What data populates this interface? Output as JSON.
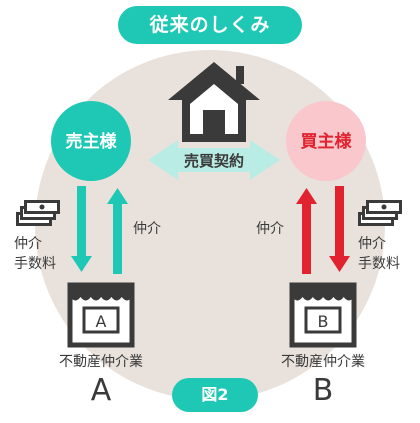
{
  "title": "従来のしくみ",
  "seller": "売主様",
  "buyer": "買主様",
  "contract": "売買契約",
  "commission": "仲介",
  "fee": {
    "line1": "仲介",
    "line2": "手数料"
  },
  "agent_a": {
    "sign": "A",
    "label": "不動産仲介業",
    "letter": "A"
  },
  "agent_b": {
    "sign": "B",
    "label": "不動産仲介業",
    "letter": "B"
  },
  "figure_label": "図2",
  "colors": {
    "teal": "#1fc8b4",
    "pink": "#f9c7cc",
    "red": "#e0232e",
    "bg_circle": "#e9e2dc",
    "dark": "#3a3a3a",
    "arrow_light": "#b9ece5"
  },
  "icons": [
    "house-icon",
    "money-stack-icon",
    "store-icon"
  ]
}
